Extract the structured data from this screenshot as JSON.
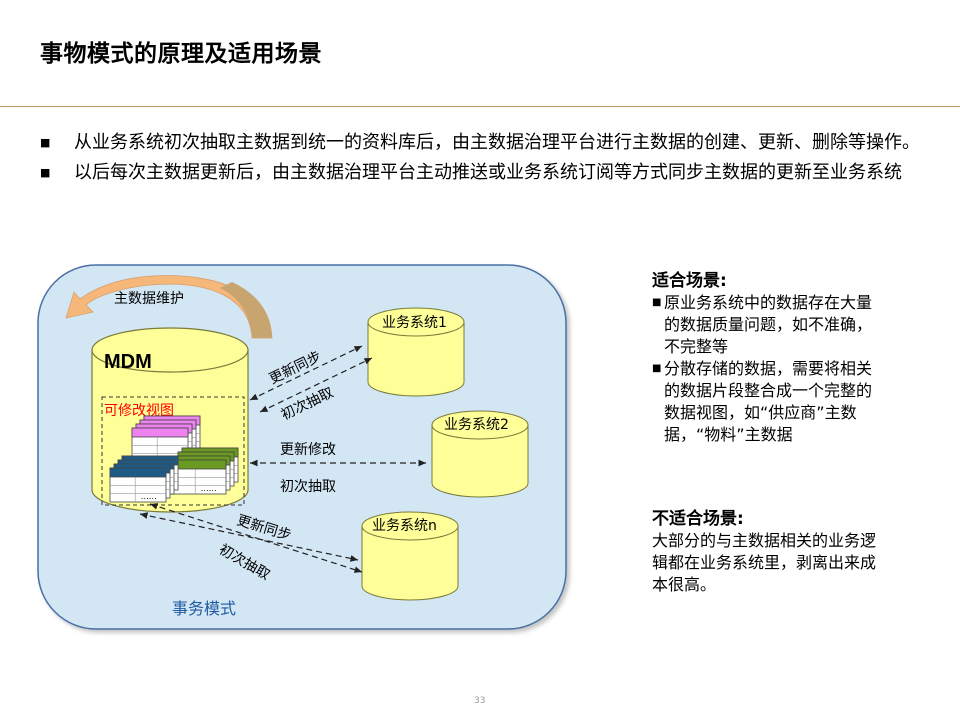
{
  "title": "事物模式的原理及适用场景",
  "bullets": [
    "从业务系统初次抽取主数据到统一的资料库后，由主数据治理平台进行主数据的创建、更新、删除等操作。",
    "以后每次主数据更新后，由主数据治理平台主动推送或业务系统订阅等方式同步主数据的更新至业务系统"
  ],
  "diagram": {
    "maintain_label": "主数据维护",
    "mdm_label": "MDM",
    "editable_view_label": "可修改视图",
    "mode_label": "事务模式",
    "systems": [
      "业务系统1",
      "业务系统2",
      "业务系统n"
    ],
    "arrow_labels": {
      "sync1": "更新同步",
      "extract1": "初次抽取",
      "update2": "更新修改",
      "extract2": "初次抽取",
      "sync3": "更新同步",
      "extract3": "初次抽取"
    },
    "dots": "……",
    "colors": {
      "panel_fill": "#d3e6f4",
      "panel_stroke": "#4a6fa5",
      "cylinder_fill": "#ffff99",
      "pink": "#ee82ee",
      "green": "#6b9a22",
      "blue": "#1d5b86",
      "arrow_orange": "#f5b77a",
      "arrow_tan": "#c8a46e",
      "view_label": "#ff0000",
      "mode_label": "#1f5aa0"
    }
  },
  "right": {
    "suitable_title": "适合场景:",
    "suitable_items": [
      [
        "原业务系统中的数据存在大量",
        "的数据质量问题，如不准确，",
        "不完整等"
      ],
      [
        "分散存储的数据，需要将相关",
        "的数据片段整合成一个完整的",
        "数据视图，如“供应商”主数",
        "据，“物料”主数据"
      ]
    ],
    "unsuitable_title": "不适合场景:",
    "unsuitable_lines": [
      "大部分的与主数据相关的业务逻",
      "辑都在业务系统里，剥离出来成",
      "本很高。"
    ]
  },
  "page_number": "33"
}
